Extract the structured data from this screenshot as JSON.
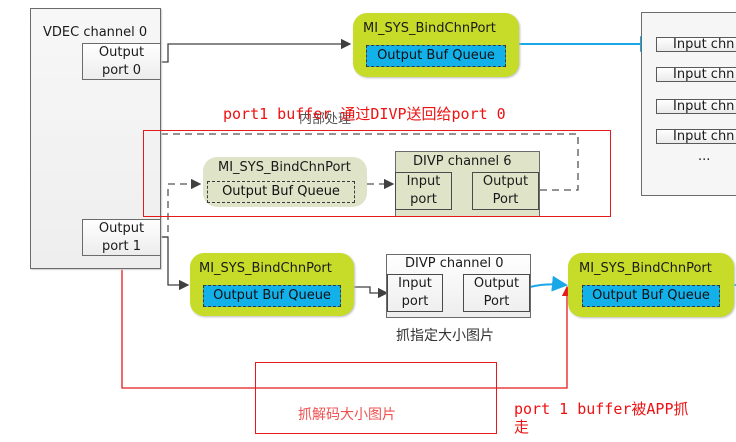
{
  "vdec": {
    "title": "VDEC channel 0",
    "port0": [
      "Output",
      "port 0"
    ],
    "port1": [
      "Output",
      "port 1"
    ]
  },
  "bind_top": {
    "title": "MI_SYS_BindChnPort",
    "queue": "Output Buf Queue"
  },
  "bind_inner": {
    "title": "MI_SYS_BindChnPort",
    "queue": "Output Buf Queue"
  },
  "bind_mid": {
    "title": "MI_SYS_BindChnPort",
    "queue": "Output Buf Queue"
  },
  "bind_right": {
    "title": "MI_SYS_BindChnPort",
    "queue": "Output Buf Queue"
  },
  "divp6": {
    "title": "DIVP channel 6",
    "input": [
      "Input",
      "port"
    ],
    "output": [
      "Output",
      "Port"
    ]
  },
  "divp0": {
    "title": "DIVP channel 0",
    "input": [
      "Input",
      "port"
    ],
    "output": [
      "Output",
      "Port"
    ],
    "caption": "抓指定大小图片"
  },
  "app_panel": {
    "inputs": [
      "Input chn",
      "Input chn",
      "Input chn",
      "Input chn"
    ],
    "ellipsis": "..."
  },
  "labels": {
    "internal": "内部处理",
    "annotation_top": "port1 buffer 通过DIVP送回给port 0",
    "decode_size": "抓解码大小图片",
    "annotation_bottom_1": "port 1 buffer被APP抓",
    "annotation_bottom_2": "走"
  },
  "colors": {
    "green": "#c7dc28",
    "blue_queue": "#12b1ea",
    "blue_arrow": "#1aa7e8",
    "red_annotation": "#e51b1b",
    "pale_green": "#dfe3c8"
  }
}
